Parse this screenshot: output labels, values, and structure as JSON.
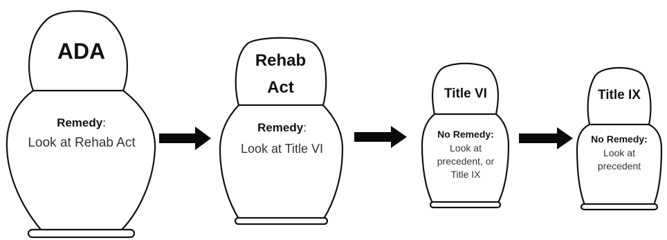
{
  "dolls": [
    {
      "title": "ADA",
      "remedy_label": "Remedy",
      "remedy_suffix": ":",
      "remedy_text": [
        "Look at Rehab Act"
      ]
    },
    {
      "title_lines": [
        "Rehab",
        "Act"
      ],
      "remedy_label": "Remedy",
      "remedy_suffix": ":",
      "remedy_text": [
        "Look at Title VI"
      ]
    },
    {
      "title": "Title VI",
      "remedy_label": "No Remedy:",
      "remedy_text": [
        "Look at",
        "precedent, or",
        "Title IX"
      ]
    },
    {
      "title": "Title IX",
      "remedy_label": "No Remedy:",
      "remedy_text": [
        "Look at",
        "precedent"
      ]
    }
  ],
  "colors": {
    "outline": "#111111",
    "arrow": "#0a0a0a",
    "body_text": "#333333"
  },
  "icons": [
    "right-arrow-icon",
    "right-arrow-icon",
    "right-arrow-icon"
  ]
}
